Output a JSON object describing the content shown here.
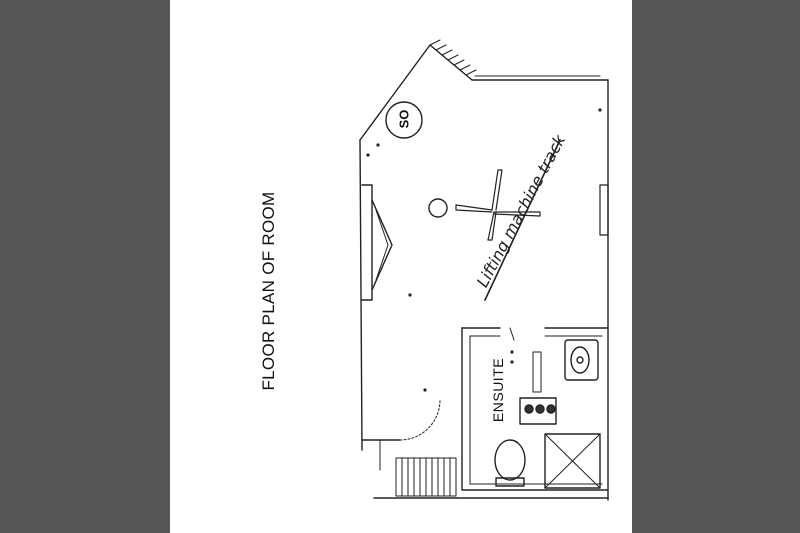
{
  "title": "FLOOR PLAN OF ROOM",
  "labels": {
    "track": "Lifting machine track",
    "ensuite": "ENSUITE",
    "socket": "SO"
  },
  "colors": {
    "background": "#555555",
    "paper": "#ffffff",
    "ink": "#222222"
  }
}
